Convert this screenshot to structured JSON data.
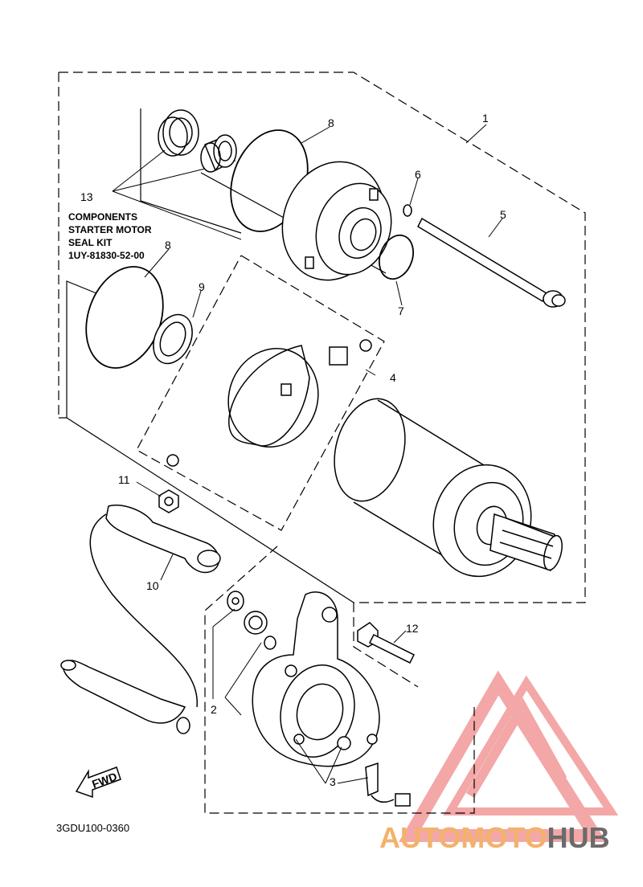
{
  "callouts": {
    "c1": "1",
    "c2": "2",
    "c3": "3",
    "c4": "4",
    "c5": "5",
    "c6": "6",
    "c7": "7",
    "c8a": "8",
    "c8b": "8",
    "c9": "9",
    "c10": "10",
    "c11": "11",
    "c12": "12",
    "c13": "13"
  },
  "kit_note": {
    "line1": "COMPONENTS",
    "line2": "STARTER MOTOR",
    "line3": "SEAL KIT",
    "line4": "1UY-81830-52-00"
  },
  "fwd_label": "FWD",
  "diagram_code": "3GDU100-0360",
  "watermark": {
    "part1": "AUTOMOTO",
    "part2": "HUB",
    "color_primary": "#f08a8a",
    "color_secondary": "#f3b26b",
    "color_dark": "#6b6b6b"
  }
}
